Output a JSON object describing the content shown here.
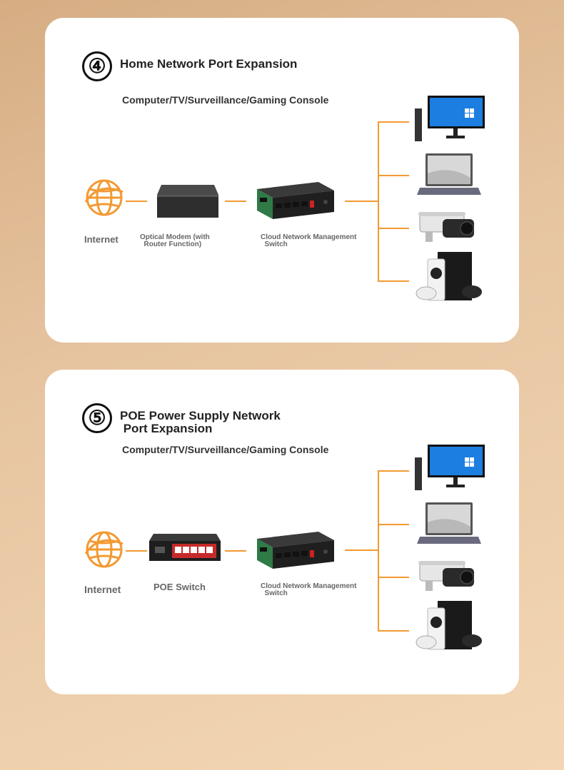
{
  "colors": {
    "accent": "#f29a32",
    "card": "#ffffff"
  },
  "section4": {
    "number": "④",
    "title": "Home Network Port Expansion",
    "subtitle": "Computer/TV/Surveillance/Gaming Console",
    "labels": {
      "internet": "Internet",
      "modem": "Optical Modem (with\n  Router Function)",
      "switch": "Cloud Network Management\n  Switch"
    },
    "endpoints": [
      "monitor-icon",
      "laptop-icon",
      "camera-icon",
      "console-icon"
    ]
  },
  "section5": {
    "number": "⑤",
    "title": "POE Power Supply Network\n Port Expansion",
    "subtitle": "Computer/TV/Surveillance/Gaming Console",
    "labels": {
      "internet": "Internet",
      "poe": "POE Switch",
      "switch": "Cloud Network Management\n  Switch"
    },
    "endpoints": [
      "monitor-icon",
      "laptop-icon",
      "camera-icon",
      "console-icon"
    ]
  }
}
